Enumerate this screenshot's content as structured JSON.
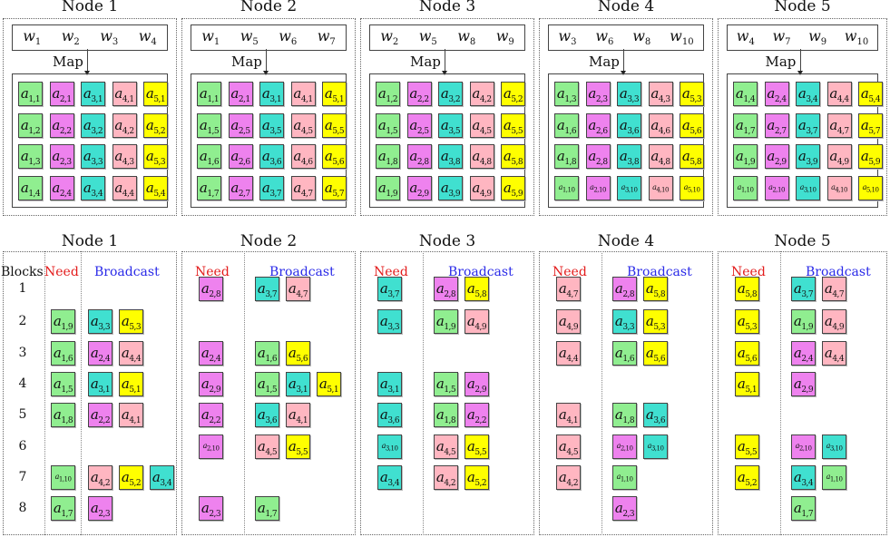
{
  "colors": {
    "a1": "#90ee90",
    "a2": "#ee82ee",
    "a3": "#40e0d0",
    "a4": "#ffb6c1",
    "a5": "#ffff00",
    "need": "#e31b1b",
    "broadcast": "#2a2ae8"
  },
  "map_label": "Map",
  "top_nodes": [
    {
      "title": "Node 1",
      "w": [
        "1",
        "2",
        "3",
        "4"
      ],
      "cols": [
        "1",
        "2",
        "3",
        "4"
      ]
    },
    {
      "title": "Node 2",
      "w": [
        "1",
        "5",
        "6",
        "7"
      ],
      "cols": [
        "1",
        "5",
        "6",
        "7"
      ]
    },
    {
      "title": "Node 3",
      "w": [
        "2",
        "5",
        "8",
        "9"
      ],
      "cols": [
        "2",
        "5",
        "8",
        "9"
      ]
    },
    {
      "title": "Node 4",
      "w": [
        "3",
        "6",
        "8",
        "10"
      ],
      "cols": [
        "3",
        "6",
        "8",
        "10"
      ]
    },
    {
      "title": "Node 5",
      "w": [
        "4",
        "7",
        "9",
        "10"
      ],
      "cols": [
        "4",
        "7",
        "9",
        "10"
      ]
    }
  ],
  "bottom": {
    "blocks_label": "Blocks",
    "need_label": "Need",
    "broadcast_label": "Broadcast",
    "block_numbers": [
      "1",
      "2",
      "3",
      "4",
      "5",
      "6",
      "7",
      "8"
    ],
    "nodes": [
      {
        "title": "Node 1",
        "need": [
          null,
          "1,9",
          "1,6",
          "1,5",
          "1,8",
          null,
          "1,10",
          "1,7"
        ],
        "broadcast": [
          [],
          [
            "3,3",
            "5,3"
          ],
          [
            "2,4",
            "4,4"
          ],
          [
            "3,1",
            "5,1"
          ],
          [
            "2,2",
            "4,1"
          ],
          [],
          [
            "4,2",
            "5,2",
            "3,4"
          ],
          [
            "2,3"
          ]
        ]
      },
      {
        "title": "Node 2",
        "need": [
          "2,8",
          null,
          "2,4",
          "2,9",
          "2,2",
          "2,10",
          null,
          "2,3"
        ],
        "broadcast": [
          [
            "3,7",
            "4,7"
          ],
          [],
          [
            "1,6",
            "5,6"
          ],
          [
            "1,5",
            "3,1",
            "5,1"
          ],
          [
            "3,6",
            "4,1"
          ],
          [
            "4,5",
            "5,5"
          ],
          [],
          [
            "1,7"
          ]
        ]
      },
      {
        "title": "Node 3",
        "need": [
          "3,7",
          "3,3",
          null,
          "3,1",
          "3,6",
          "3,10",
          "3,4",
          null
        ],
        "broadcast": [
          [
            "2,8",
            "5,8"
          ],
          [
            "1,9",
            "4,9"
          ],
          [],
          [
            "1,5",
            "2,9"
          ],
          [
            "1,8",
            "2,2"
          ],
          [
            "4,5",
            "5,5"
          ],
          [
            "4,2",
            "5,2"
          ],
          []
        ]
      },
      {
        "title": "Node 4",
        "need": [
          "4,7",
          "4,9",
          "4,4",
          null,
          "4,1",
          "4,5",
          "4,2",
          null
        ],
        "broadcast": [
          [
            "2,8",
            "5,8"
          ],
          [
            "3,3",
            "5,3"
          ],
          [
            "1,6",
            "5,6"
          ],
          [],
          [
            "1,8",
            "3,6"
          ],
          [
            "2,10",
            "3,10"
          ],
          [
            "1,10"
          ],
          [
            "2,3"
          ]
        ]
      },
      {
        "title": "Node 5",
        "need": [
          "5,8",
          "5,3",
          "5,6",
          "5,1",
          null,
          "5,5",
          "5,2",
          null
        ],
        "broadcast": [
          [
            "3,7",
            "4,7"
          ],
          [
            "1,9",
            "4,9"
          ],
          [
            "2,4",
            "4,4"
          ],
          [
            "2,9"
          ],
          [],
          [
            "2,10",
            "3,10"
          ],
          [
            "3,4",
            "1,10"
          ],
          [
            "1,7"
          ]
        ]
      }
    ]
  }
}
